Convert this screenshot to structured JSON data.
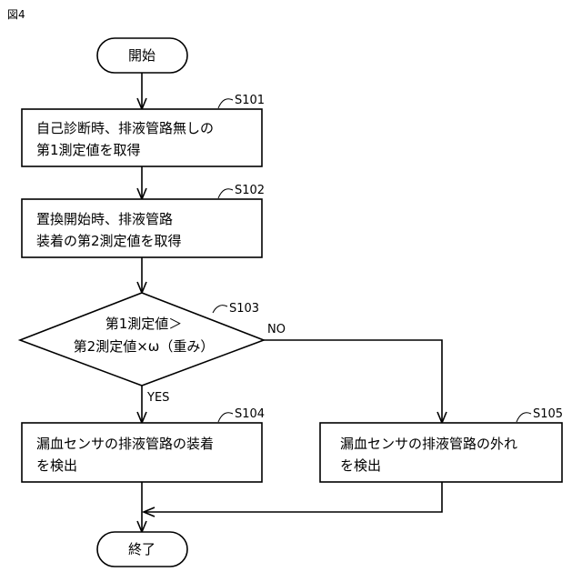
{
  "figure_label": "図4",
  "start": {
    "text": "開始"
  },
  "end": {
    "text": "終了"
  },
  "steps": [
    {
      "id": "S101",
      "lines": [
        "自己診断時、排液管路無しの",
        "第1測定値を取得"
      ]
    },
    {
      "id": "S102",
      "lines": [
        "置換開始時、排液管路",
        "装着の第2測定値を取得"
      ]
    },
    {
      "id": "S104",
      "lines": [
        "漏血センサの排液管路の装着",
        "を検出"
      ]
    },
    {
      "id": "S105",
      "lines": [
        "漏血センサの排液管路の外れ",
        "を検出"
      ]
    }
  ],
  "decision": {
    "id": "S103",
    "lines": [
      "第1測定値＞",
      "第2測定値×ω（重み）"
    ],
    "yes_label": "YES",
    "no_label": "NO"
  }
}
